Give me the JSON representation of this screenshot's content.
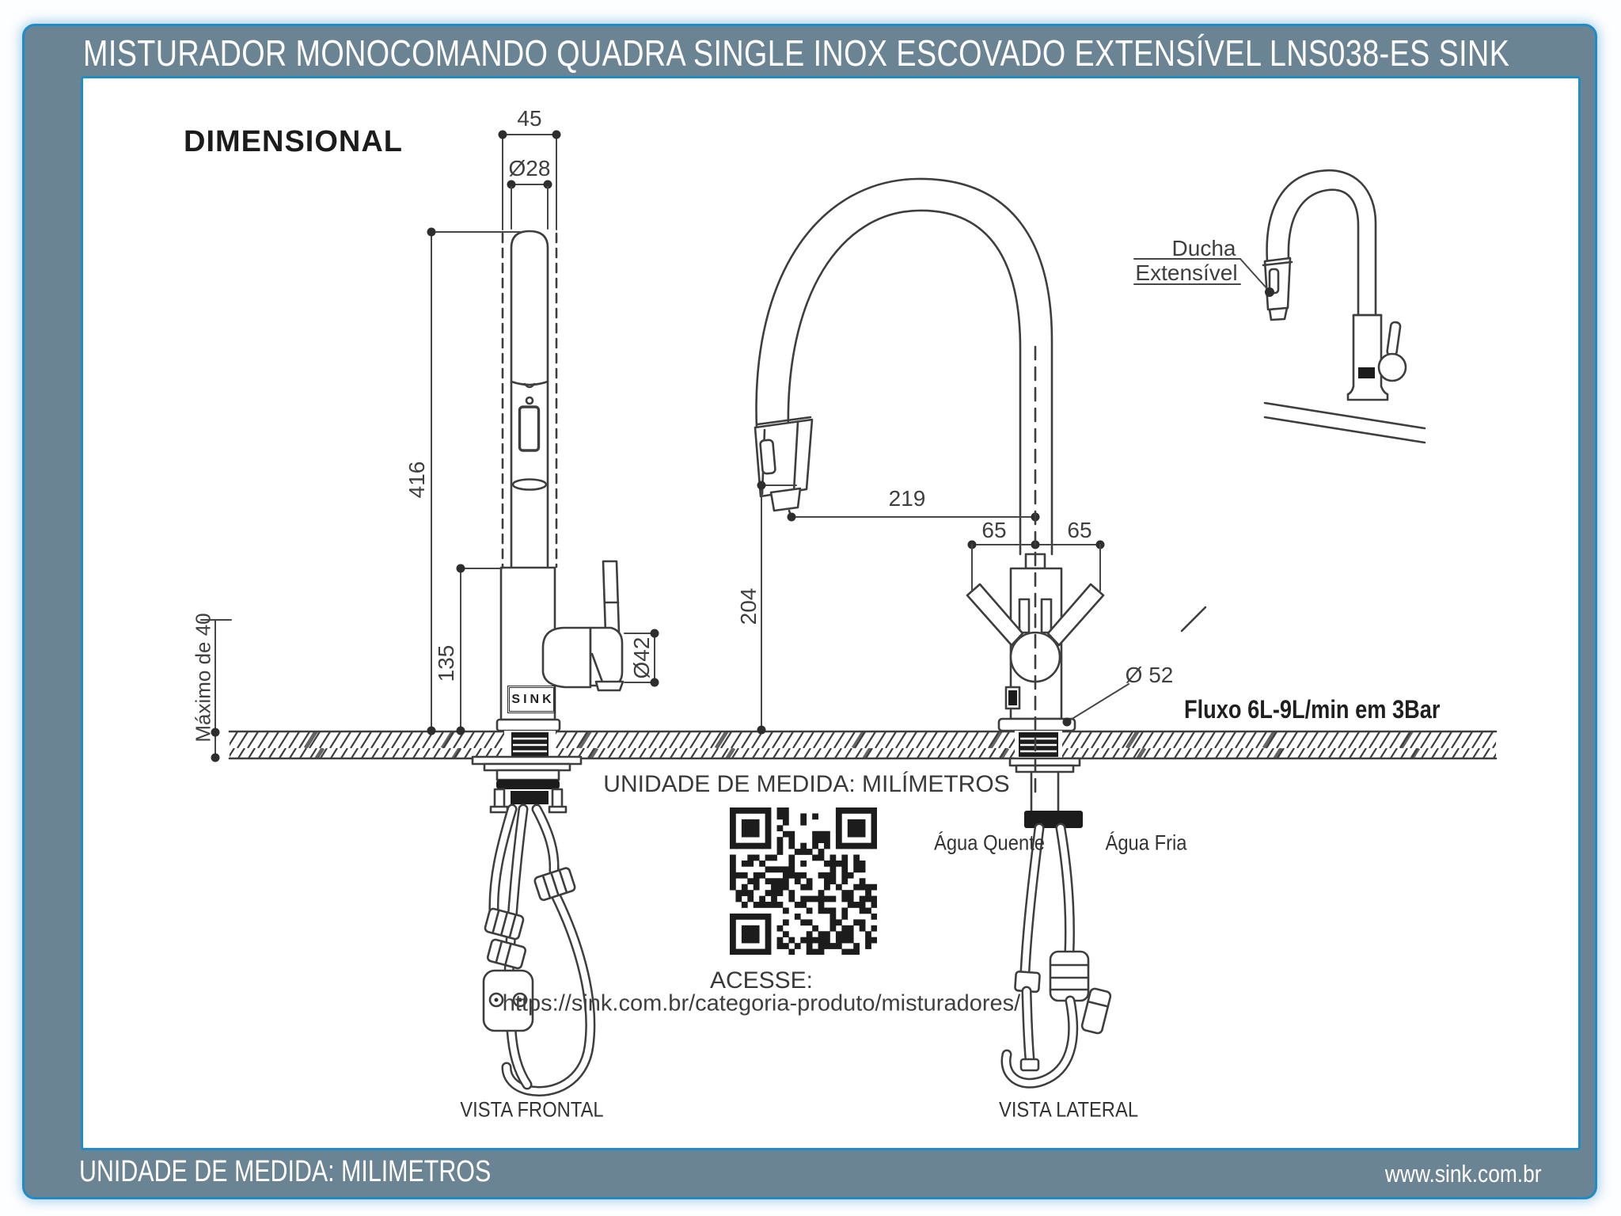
{
  "header": {
    "title": "MISTURADOR MONOCOMANDO QUADRA SINGLE INOX ESCOVADO EXTENSÍVEL LNS038-ES SINK"
  },
  "footer": {
    "unit_note": "UNIDADE DE MEDIDA: MILIMETROS",
    "website": "www.sink.com.br"
  },
  "drawing": {
    "heading": "DIMENSIONAL",
    "unit_note": "UNIDADE DE MEDIDA: MILÍMETROS",
    "flow_note": "Fluxo 6L-9L/min em 3Bar",
    "qr_caption": "ACESSE:",
    "qr_url": "https://sink.com.br/categoria-produto/misturadores/",
    "view_frontal": "VISTA FRONTAL",
    "view_lateral": "VISTA LATERAL",
    "hot_water": "Água Quente",
    "cold_water": "Água Fria",
    "callout_shower_line1": "Ducha",
    "callout_shower_line2": "Extensível",
    "brand": "SINK",
    "dims": {
      "spout_width": "45",
      "pipe_diameter": "Ø28",
      "total_height": "416",
      "body_height": "135",
      "counter_max": "Máximo de 40",
      "reach": "219",
      "spout_height": "204",
      "handle_left": "65",
      "handle_right": "65",
      "cartridge_diameter": "Ø42",
      "base_diameter": "Ø 52"
    }
  },
  "colors": {
    "frame": "#6A8494",
    "accent": "#1D8CC7",
    "line": "#3E3E3E"
  }
}
